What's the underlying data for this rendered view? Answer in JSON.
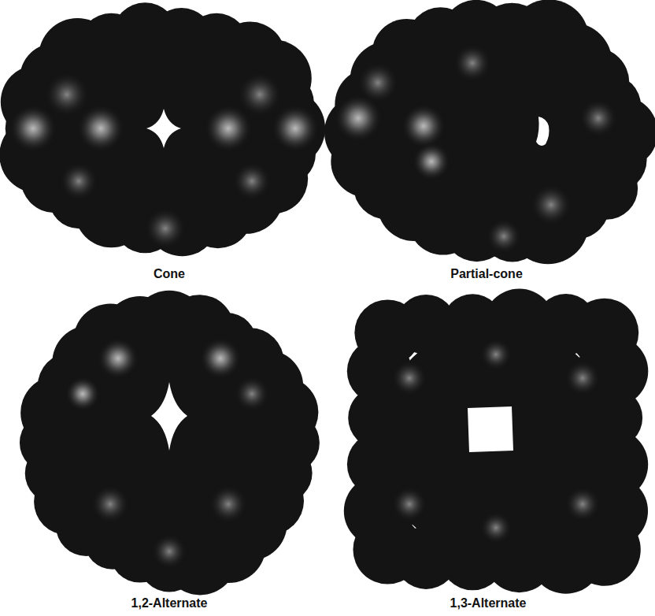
{
  "diagram": {
    "labels": [
      "Cone",
      "Partial-cone",
      "1,2-Alternate",
      "1,3-Alternate"
    ]
  }
}
